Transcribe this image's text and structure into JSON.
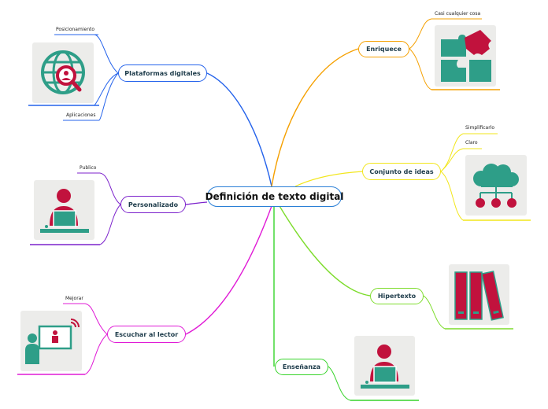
{
  "center": {
    "label": "Definición de texto digital"
  },
  "branches": {
    "plataformas": {
      "label": "Plataformas digitales",
      "color": "#2563eb",
      "icon": "globe-search-icon",
      "children": [
        "Posicionamiento",
        "Aplicaciones"
      ]
    },
    "personalizado": {
      "label": "Personalizado",
      "color": "#7c22cc",
      "icon": "person-computer-icon",
      "children": [
        "Publico"
      ]
    },
    "escuchar": {
      "label": "Escuchar al lector",
      "color": "#e01bd6",
      "icon": "presentation-person-icon",
      "children": [
        "Mejorar"
      ]
    },
    "enriquece": {
      "label": "Enriquece",
      "color": "#f5a000",
      "icon": "puzzle-icon",
      "children": [
        "Casi cualquier cosa"
      ]
    },
    "conjunto": {
      "label": "Conjunto de ideas",
      "color": "#f2e61a",
      "icon": "cloud-network-icon",
      "children": [
        "Simplificarlo",
        "Claro"
      ]
    },
    "hipertexto": {
      "label": "Hipertexto",
      "color": "#7ddc2c",
      "icon": "binders-icon",
      "children": []
    },
    "ensenanza": {
      "label": "Enseñanza",
      "color": "#37d42a",
      "icon": "person-computer-icon",
      "children": []
    }
  },
  "colors": {
    "icon_teal": "#2e9e88",
    "icon_red": "#c1123d",
    "icon_bg": "#ececea"
  }
}
